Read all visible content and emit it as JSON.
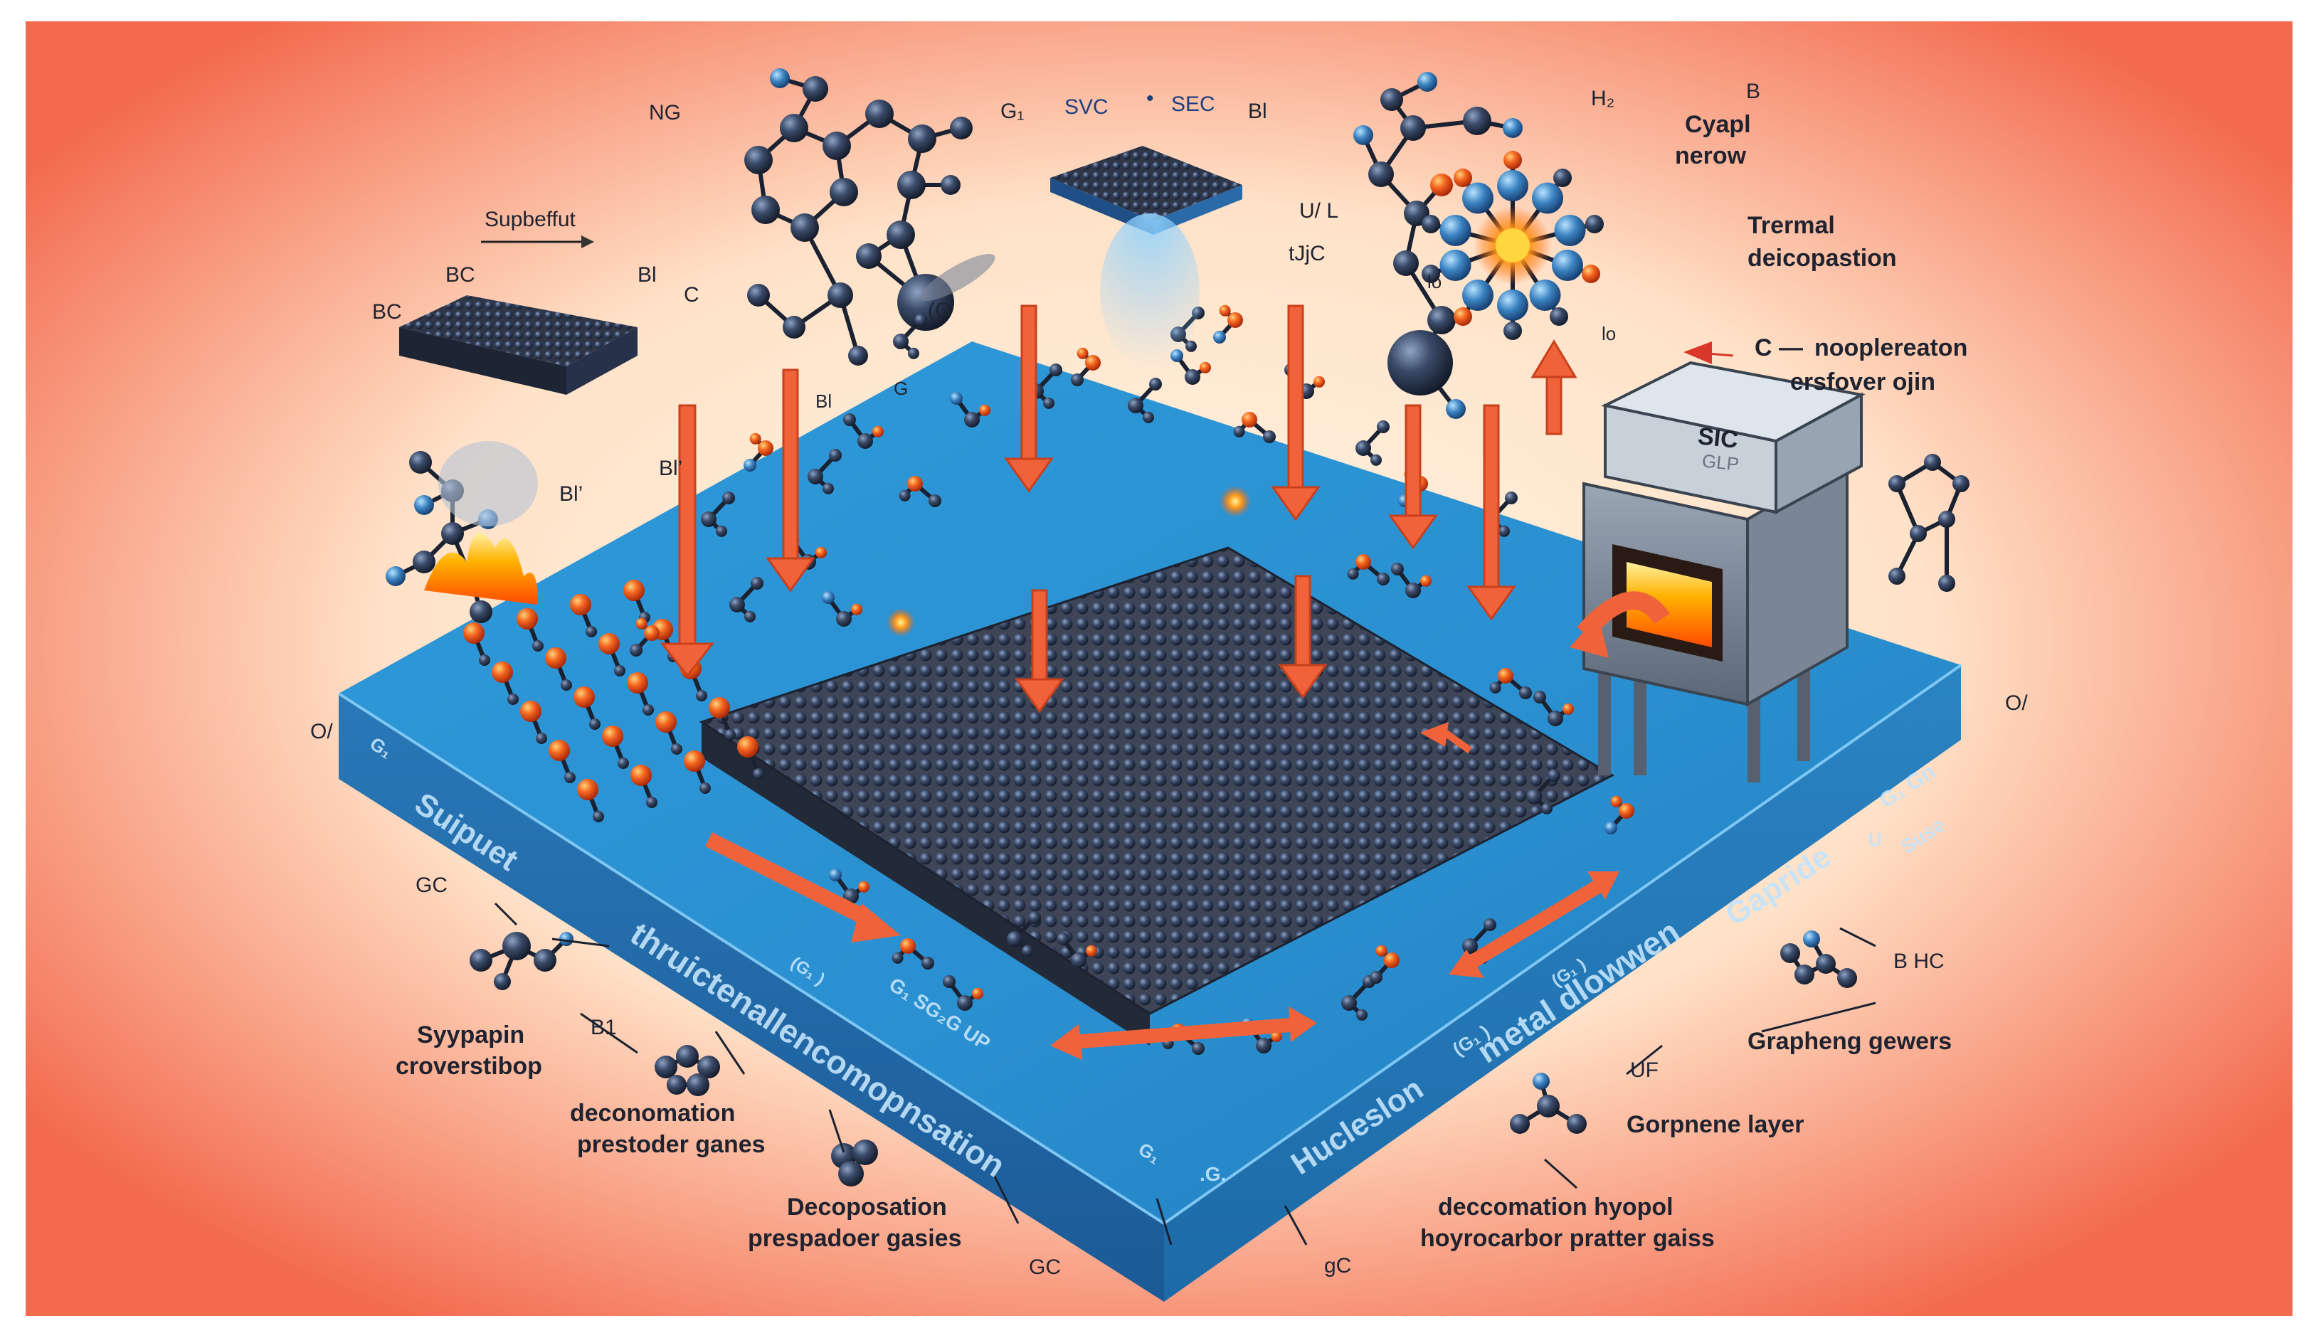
{
  "colors": {
    "background_edge": "#f36a4e",
    "background_center": "#fff1de",
    "substrate_top": "#2a8fd0",
    "substrate_side": "#1f5f9c",
    "atom_dark": "#2c3850",
    "atom_orange": "#f2501d",
    "arrow": "#f0633a"
  },
  "labels": {
    "top_left_arrow": "Supbeffut",
    "bc_left": "BC",
    "bc_top": "BC",
    "bi_top": "Bl",
    "c_top": "C",
    "ng": "NG",
    "g_mid": "(G",
    "bl_mid1": "Bl",
    "g_mid2": "G",
    "top_gi": "G₁",
    "top_svc": "SVC",
    "top_dot": "•",
    "top_sec": "SEC",
    "top_bi": "Bl",
    "h_top": "H₂",
    "b_top": "B",
    "cyapl": "Cyapl",
    "nerow": "nerow",
    "ufl": "U/ L",
    "tjc": "tJjC",
    "io1": "lo",
    "io2": "lo",
    "thermal": "Trermal",
    "decomp_top": "deicopastion",
    "c_dash": "C —",
    "noopl": "nooplereaton",
    "ersfover": "ersfover ojin",
    "bl_surface": "Bl’",
    "bi_left": "Bl’",
    "o_left": "O/",
    "o_right": "O/",
    "sic": "SIC",
    "sic_sub": "GLP",
    "gc_left": "GC",
    "b1_left": "B1",
    "sypapin": "Syypapin",
    "croverstibop": "croverstibop",
    "deconn1": "deconomation",
    "deconn2": "prestoder ganes",
    "decopos1": "Decoposation",
    "decopos2": "prespadoer gasies",
    "gc_bottom1": "GC",
    "gc_bottom2": "gC",
    "bhc": "B HC",
    "ur": "UF",
    "graphe_grow": "Grapheng gewers",
    "graphe_layer": "Gorpnene layer",
    "deco_hyp1": "deccomation hyopol",
    "deco_hyp2": "hoyrocarbor pratter gaiss",
    "surface_left": "Suipuet",
    "surface_thermal": "thruictenallencomopnsation",
    "surface_gsg": "G₁ SG₂G UP",
    "surface_ga": "(G₁ )",
    "surface_gc": "(G₁ )",
    "surface_hucl": "Hucleslon",
    "surface_metal": "metal dlowwen",
    "surface_g1": "(G₁ )",
    "surface_gapride": "Gapride",
    "surface_ggn": "G₁ Gn",
    "surface_suse": "Suse",
    "surface_u": "U",
    "surface_gn": "Gn",
    "surface_gb": "G₁",
    "surface_g2": ".G.",
    "surface_g3": "G₁"
  }
}
